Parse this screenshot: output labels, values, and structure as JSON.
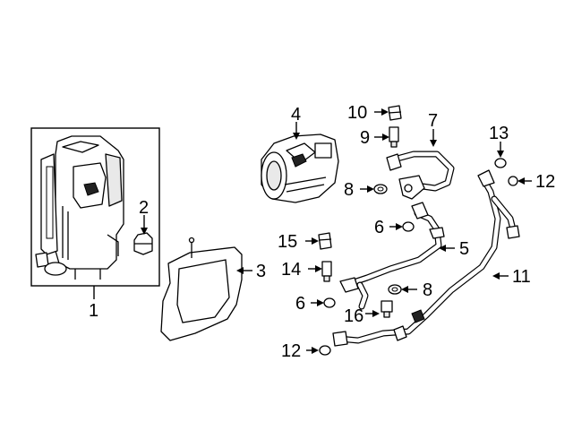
{
  "callouts": {
    "c1": "1",
    "c2": "2",
    "c3": "3",
    "c4": "4",
    "c5": "5",
    "c6a": "6",
    "c6b": "6",
    "c7": "7",
    "c8a": "8",
    "c8b": "8",
    "c9": "9",
    "c10": "10",
    "c11": "11",
    "c12a": "12",
    "c12b": "12",
    "c13": "13",
    "c14": "14",
    "c15": "15",
    "c16": "16"
  }
}
